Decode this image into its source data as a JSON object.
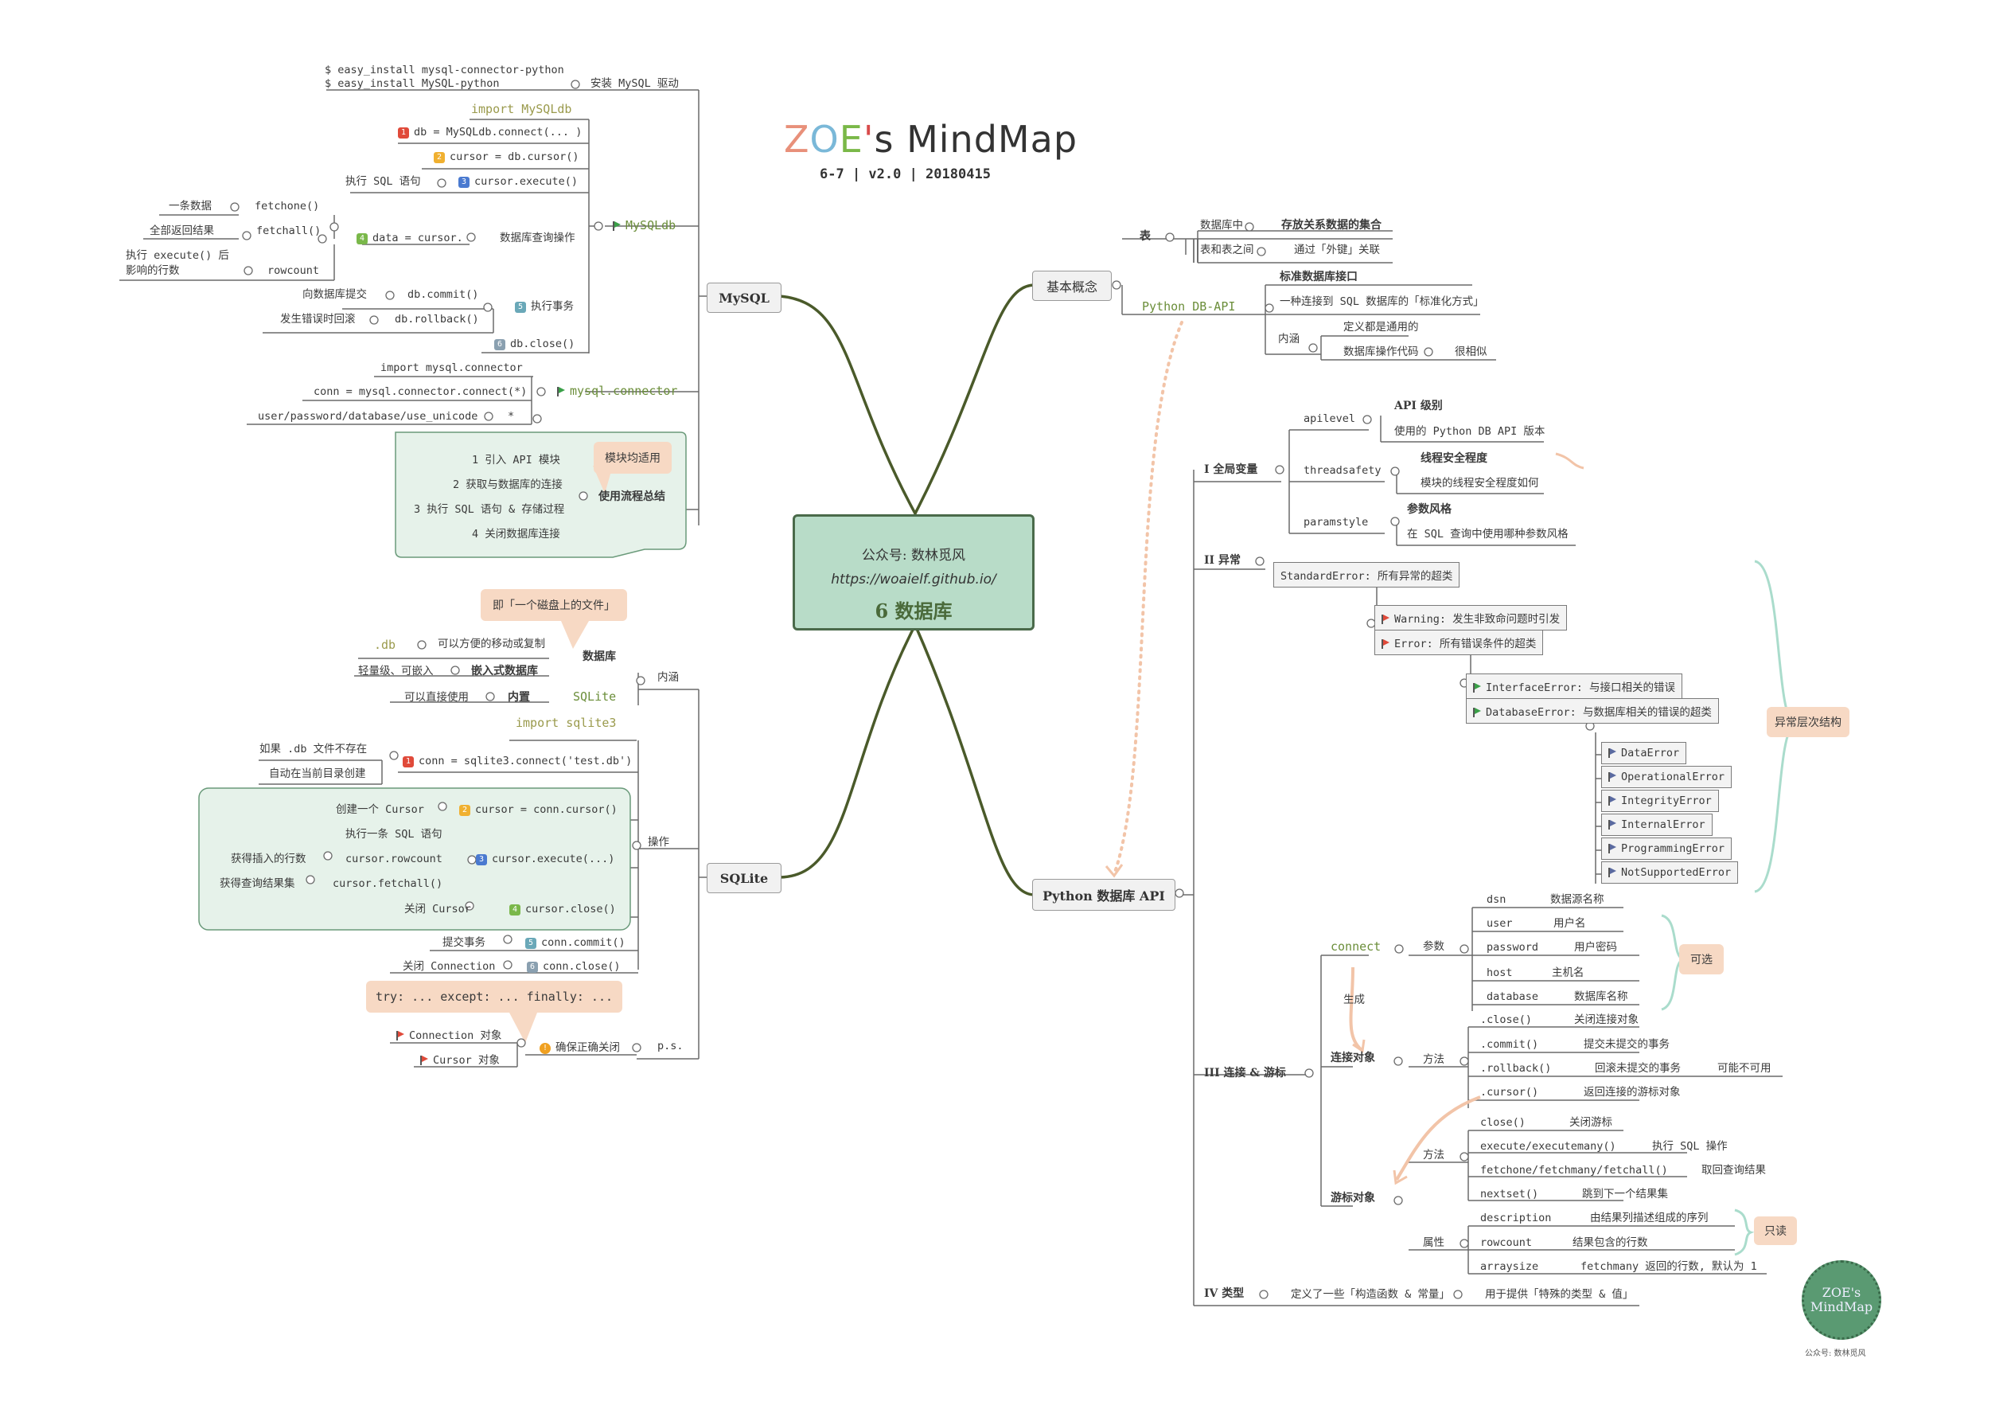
{
  "title": {
    "brand": "ZOE's MindMap",
    "subtitle": "6-7 | v2.0 | 20180415"
  },
  "center": {
    "line1": "公众号: 数林觅风",
    "line2": "https://woaielf.github.io/",
    "line3": "6 数据库"
  },
  "branches": {
    "mysql": "MySQL",
    "sqlite": "SQLite",
    "concepts": "基本概念",
    "api": "Python 数据库 API"
  },
  "mysql": {
    "install_cmd1": "$ easy_install mysql-connector-python",
    "install_cmd2": "$ easy_install MySQL-python",
    "install_label": "安装 MySQL 驱动",
    "mysqldb_label": "MySQLdb",
    "import_mysqldb": "import MySQLdb",
    "step1": "db = MySQLdb.connect(... )",
    "step2": "cursor = db.cursor()",
    "step3": "cursor.execute()",
    "exec_sql": "执行 SQL 语句",
    "step4": "data = cursor.",
    "query_op": "数据库查询操作",
    "fetchone_desc": "一条数据",
    "fetchone": "fetchone()",
    "fetchall_desc": "全部返回结果",
    "fetchall": "fetchall()",
    "rowcount_desc1": "执行 execute() 后",
    "rowcount_desc2": "影响的行数",
    "rowcount": "rowcount",
    "step5": "执行事务",
    "commit_desc": "向数据库提交",
    "commit": "db.commit()",
    "rollback_desc": "发生错误时回滚",
    "rollback": "db.rollback()",
    "step6": "db.close()",
    "connector_label": "mysql.connector",
    "import_connector": "import mysql.connector",
    "conn_connect": "conn = mysql.connector.connect(*)",
    "params": "user/password/database/use_unicode",
    "star": "*",
    "summary_title": "使用流程总结",
    "summary_note": "模块均适用",
    "summary_steps": [
      "1 引入 API 模块",
      "2 获取与数据库的连接",
      "3 执行 SQL 语句 & 存储过程",
      "4 关闭数据库连接"
    ]
  },
  "sqlite": {
    "file_note": "即「一个磁盘上的文件」",
    "db_ext": ".db",
    "db_ext_desc": "可以方便的移动或复制",
    "database": "数据库",
    "light_desc": "轻量级、可嵌入",
    "embedded": "嵌入式数据库",
    "direct_desc": "可以直接使用",
    "builtin": "内置",
    "sqlite_label": "SQLite",
    "meaning": "内涵",
    "import_sqlite": "import sqlite3",
    "not_exist": "如果 .db 文件不存在",
    "auto_create": "自动在当前目录创建",
    "conn": "conn = sqlite3.connect('test.db')",
    "create_cursor": "创建一个 Cursor",
    "cursor": "cursor = conn.cursor()",
    "exec_one": "执行一条 SQL 语句",
    "inserted_rows": "获得插入的行数",
    "rowcount": "cursor.rowcount",
    "execute": "cursor.execute(...)",
    "get_results": "获得查询结果集",
    "fetchall": "cursor.fetchall()",
    "close_cursor_desc": "关闭 Cursor",
    "close_cursor": "cursor.close()",
    "commit_desc": "提交事务",
    "commit": "conn.commit()",
    "close_conn_desc": "关闭 Connection",
    "close_conn": "conn.close()",
    "operation": "操作",
    "try_note": "try: ... except: ... finally: ...",
    "conn_obj": "Connection 对象",
    "cursor_obj": "Cursor 对象",
    "ensure_close": "确保正确关闭",
    "ps": "p.s."
  },
  "concepts": {
    "table": "表",
    "in_db": "数据库中",
    "table_def": "存放关系数据的集合",
    "between": "表和表之间",
    "foreign_key": "通过「外键」关联",
    "dbapi": "Python DB-API",
    "std_iface": "标准数据库接口",
    "std_desc": "一种连接到 SQL 数据库的「标准化方式」",
    "meaning": "内涵",
    "generic": "定义都是通用的",
    "ops_code": "数据库操作代码",
    "similar": "很相似"
  },
  "api": {
    "globals": "I 全局变量",
    "apilevel": "apilevel",
    "apilevel_title": "API 级别",
    "apilevel_desc": "使用的 Python DB API 版本",
    "threadsafety": "threadsafety",
    "ts_title": "线程安全程度",
    "ts_desc": "模块的线程安全程度如何",
    "paramstyle": "paramstyle",
    "ps_title": "参数风格",
    "ps_desc": "在 SQL 查询中使用哪种参数风格",
    "exceptions": "II 异常",
    "std_error": "StandardError: 所有异常的超类",
    "warning": "Warning: 发生非致命问题时引发",
    "error": "Error: 所有错误条件的超类",
    "iface_error": "InterfaceError: 与接口相关的错误",
    "db_error": "DatabaseError: 与数据库相关的错误的超类",
    "sub_errors": [
      "DataError",
      "OperationalError",
      "IntegrityError",
      "InternalError",
      "ProgrammingError",
      "NotSupportedError"
    ],
    "hierarchy": "异常层次结构",
    "conn_cursor": "III 连接 & 游标",
    "connect": "connect",
    "params": "参数",
    "param_items": [
      {
        "name": "dsn",
        "desc": "数据源名称"
      },
      {
        "name": "user",
        "desc": "用户名"
      },
      {
        "name": "password",
        "desc": "用户密码"
      },
      {
        "name": "host",
        "desc": "主机名"
      },
      {
        "name": "database",
        "desc": "数据库名称"
      }
    ],
    "optional": "可选",
    "generate": "生成",
    "conn_obj": "连接对象",
    "methods": "方法",
    "conn_methods": [
      {
        "name": ".close()",
        "desc": "关闭连接对象"
      },
      {
        "name": ".commit()",
        "desc": "提交未提交的事务"
      },
      {
        "name": ".rollback()",
        "desc": "回滚未提交的事务"
      },
      {
        "name": ".cursor()",
        "desc": "返回连接的游标对象"
      }
    ],
    "maybe_unavailable": "可能不可用",
    "cursor_obj": "游标对象",
    "cursor_methods": [
      {
        "name": "close()",
        "desc": "关闭游标"
      },
      {
        "name": "execute/executemany()",
        "desc": "执行 SQL 操作"
      },
      {
        "name": "fetchone/fetchmany/fetchall()",
        "desc": "取回查询结果"
      },
      {
        "name": "nextset()",
        "desc": "跳到下一个结果集"
      }
    ],
    "attrs": "属性",
    "cursor_attrs": [
      {
        "name": "description",
        "desc": "由结果列描述组成的序列"
      },
      {
        "name": "rowcount",
        "desc": "结果包含的行数"
      },
      {
        "name": "arraysize",
        "desc": "fetchmany 返回的行数, 默认为 1"
      }
    ],
    "readonly": "只读",
    "types": "IV 类型",
    "types_desc": "定义了一些「构造函数 & 常量」",
    "types_use": "用于提供「特殊的类型 & 值」"
  },
  "seal": {
    "line1": "ZOE's",
    "line2": "MindMap",
    "caption": "公众号: 数林觅风"
  }
}
